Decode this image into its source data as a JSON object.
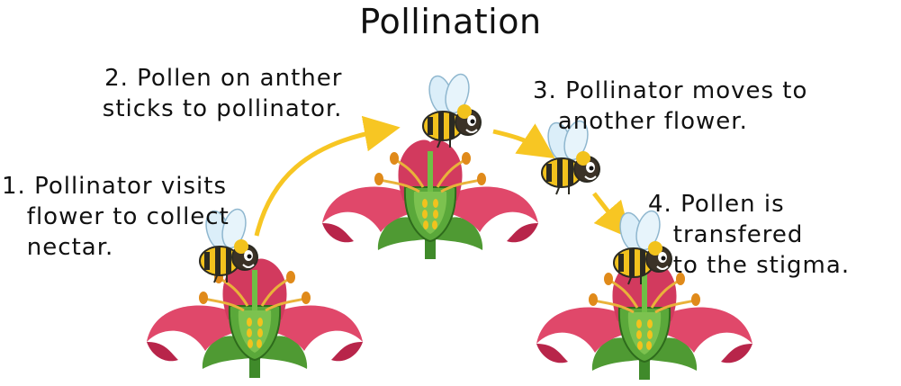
{
  "title": "Pollination",
  "steps": [
    {
      "text": "1. Pollinator visits\n   flower to collect\n   nectar."
    },
    {
      "text": "2. Pollen on anther\n   sticks to pollinator."
    },
    {
      "text": "3. Pollinator moves to\n   another flower."
    },
    {
      "text": "4. Pollen is\n   transfered\n   to the stigma."
    }
  ],
  "colors": {
    "arrow": "#f7c623",
    "petal": "#e0486a",
    "petal_dark": "#b8254a",
    "stem": "#3f8a2a",
    "leaf": "#5a9e3a",
    "bee_yellow": "#f2c21d",
    "bee_black": "#2b2a22"
  }
}
